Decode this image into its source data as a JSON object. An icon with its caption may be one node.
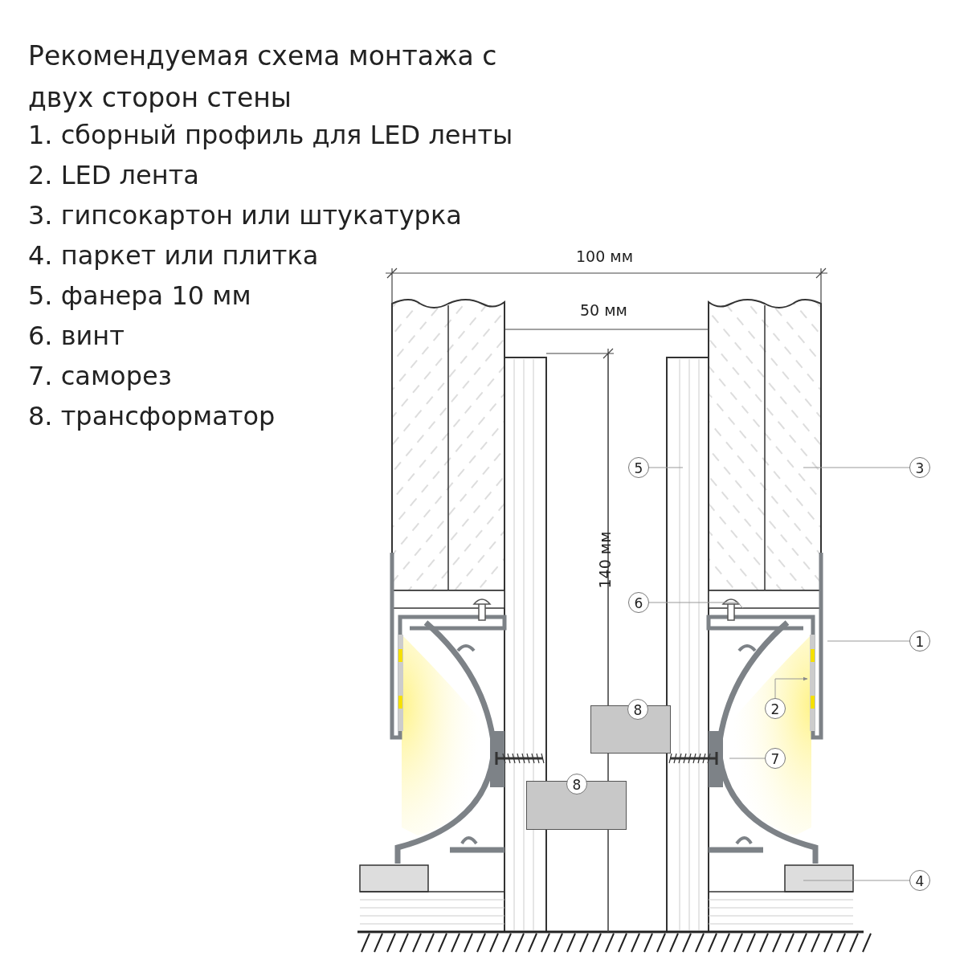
{
  "diagram": {
    "title": "Рекомендуемая схема монтажа с двух сторон стены",
    "nodes": [
      {
        "text": [
          "5"
        ]
      },
      {
        "text": [
          "3"
        ]
      },
      {
        "text": [
          "6"
        ]
      },
      {
        "text": [
          "1"
        ]
      },
      {
        "text": [
          "2"
        ]
      },
      {
        "text": [
          "8"
        ]
      },
      {
        "text": [
          "7"
        ]
      },
      {
        "text": [
          "8"
        ]
      },
      {
        "text": [
          "4"
        ]
      }
    ],
    "edges": [
      {
        "from": 0,
        "to": null,
        "arrow": "none"
      },
      {
        "from": 1,
        "to": null,
        "arrow": "none"
      },
      {
        "from": 2,
        "to": null,
        "arrow": "none"
      },
      {
        "from": 3,
        "to": null,
        "arrow": "none"
      },
      {
        "from": 4,
        "to": null,
        "arrow": "to"
      },
      {
        "from": 6,
        "to": null,
        "arrow": "none"
      },
      {
        "from": 8,
        "to": null,
        "arrow": "none"
      }
    ],
    "labels": [
      "1. сборный профиль для LED ленты",
      "2. LED лента",
      "3. гипсокартон или штукатурка",
      "4. паркет или плитка",
      "5. фанера 10 мм",
      "6. винт",
      "7. саморез",
      "8. трансформатор",
      "100 мм",
      "50 мм",
      "140 мм"
    ]
  }
}
